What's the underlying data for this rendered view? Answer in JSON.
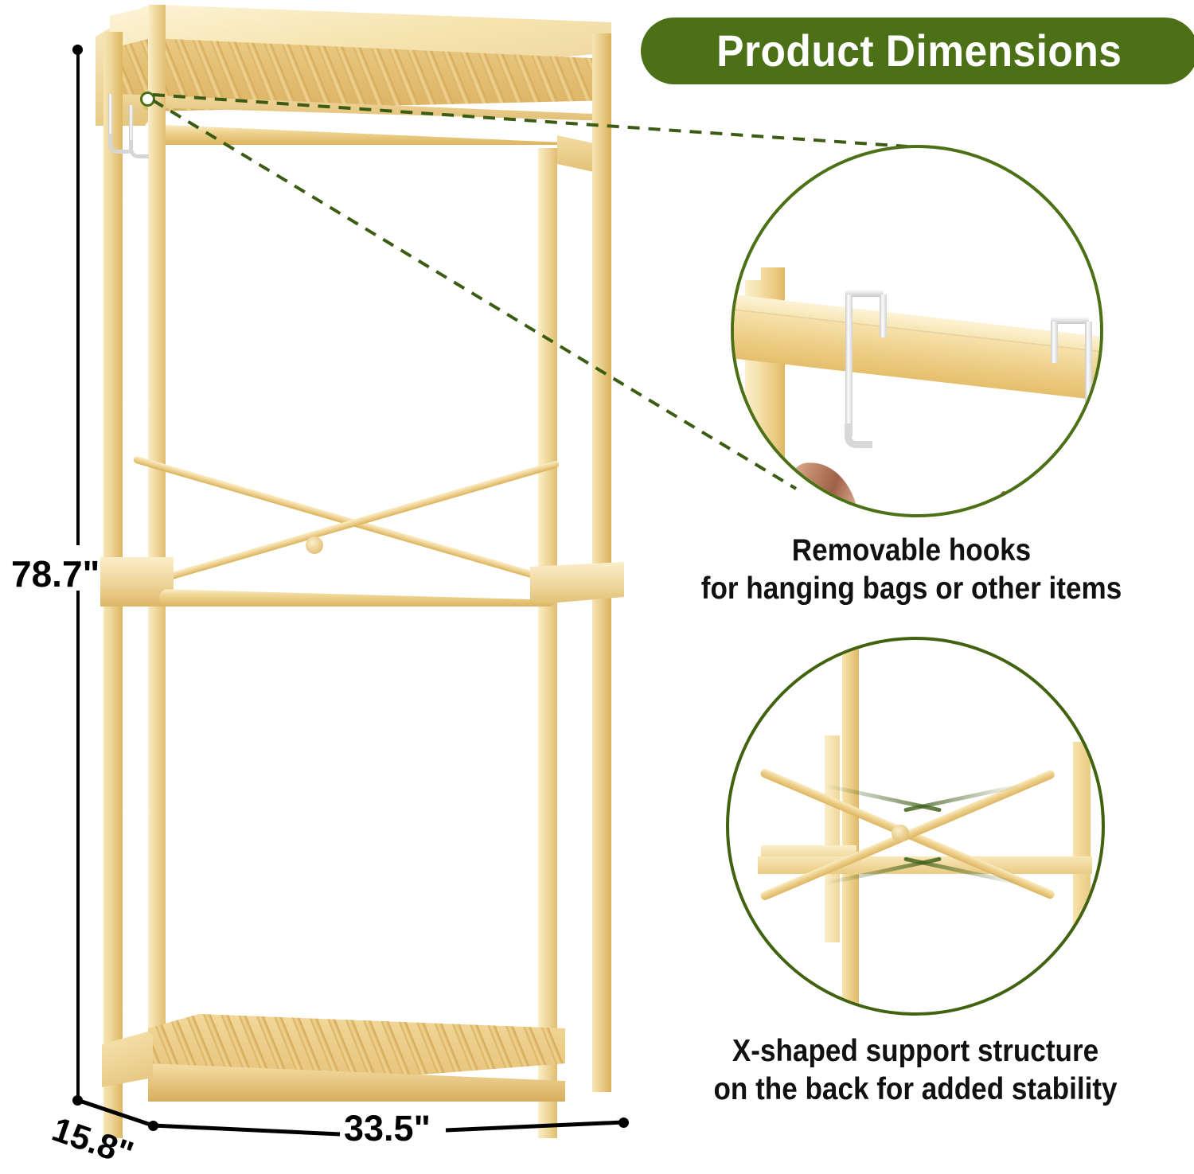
{
  "header": {
    "title": "Product Dimensions",
    "banner_color": "#4c7016",
    "text_color": "#ffffff"
  },
  "dimensions": {
    "height": "78.7\"",
    "width": "33.5\"",
    "depth": "15.8\""
  },
  "features": [
    {
      "id": "removable-hooks",
      "caption_line1": "Removable hooks",
      "caption_line2": "for hanging bags or other items",
      "circle_border_color": "#4c7016"
    },
    {
      "id": "x-support",
      "caption_line1": "X-shaped support structure",
      "caption_line2": "on the back for added stability",
      "circle_border_color": "#41630f"
    }
  ],
  "product": {
    "name": "bamboo garment rack",
    "material_color": "#edcd85",
    "hook_color": "#d8d8d8",
    "callout_line_color": "#3c5c14"
  },
  "icons": {
    "callout_origin": "callout-origin-icon",
    "hook": "hook-icon",
    "bag": "bag-icon",
    "strap": "leather-strap-icon"
  }
}
